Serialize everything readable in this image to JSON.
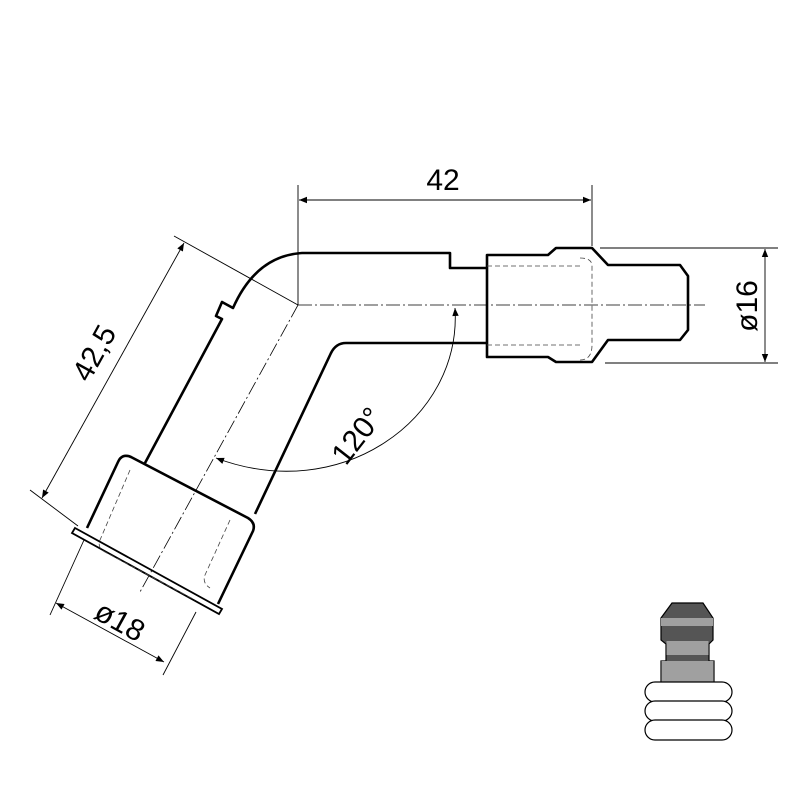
{
  "drawing": {
    "dimensions": {
      "horizontal_length": "42",
      "diameter_outlet": "ø16",
      "angled_length": "42,5",
      "diameter_boot": "ø18",
      "angle": "120°"
    }
  },
  "icon": {
    "name": "spark-plug-cap-icon",
    "colors": {
      "dark": "#555555",
      "light": "#a0a0a0",
      "rings": "#ffffff"
    }
  }
}
